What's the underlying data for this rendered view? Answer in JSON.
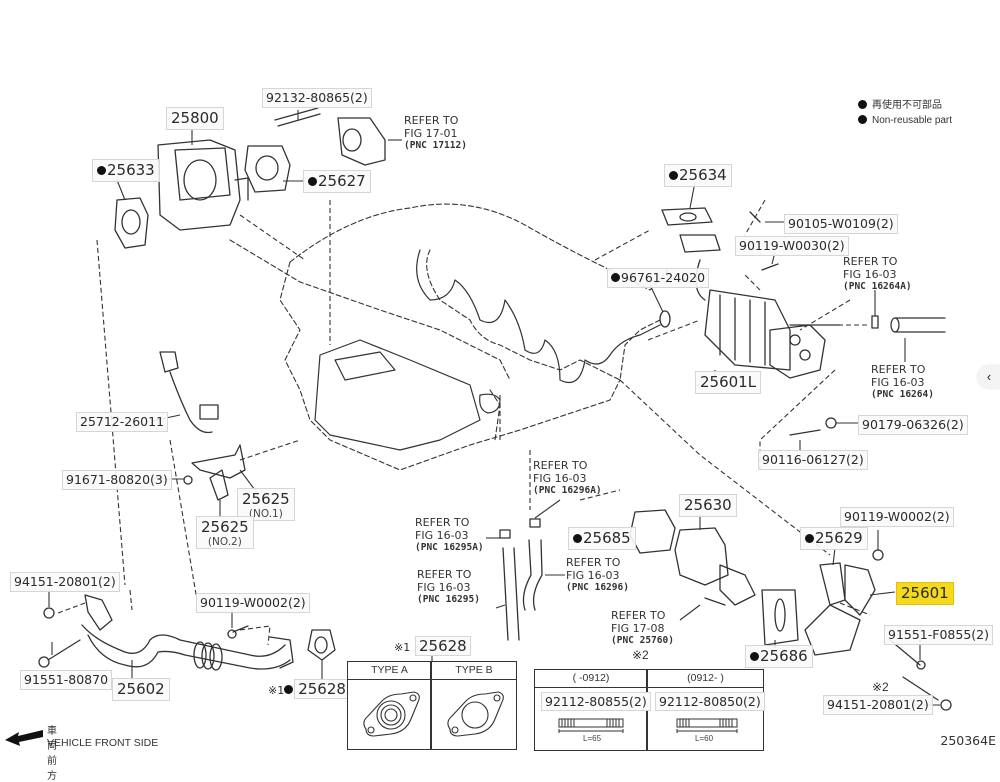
{
  "legend": {
    "items": [
      {
        "icon": "filled-circle",
        "label": "再使用不可部品"
      },
      {
        "icon": "filled-circle",
        "label": "Non-reusable part"
      }
    ]
  },
  "parts": {
    "p25800": {
      "number": "25800"
    },
    "p92132": {
      "number": "92132-80865(2)"
    },
    "p25633": {
      "number": "25633",
      "non_reusable": true
    },
    "p25627": {
      "number": "25627",
      "non_reusable": true
    },
    "p25634": {
      "number": "25634",
      "non_reusable": true
    },
    "p90105": {
      "number": "90105-W0109(2)"
    },
    "p90119a": {
      "number": "90119-W0030(2)"
    },
    "p96761": {
      "number": "96761-24020",
      "non_reusable": true
    },
    "p25601L": {
      "number": "25601L"
    },
    "p90179": {
      "number": "90179-06326(2)"
    },
    "p90116": {
      "number": "90116-06127(2)"
    },
    "p25712": {
      "number": "25712-26011"
    },
    "p91671": {
      "number": "91671-80820(3)"
    },
    "p25625a": {
      "number": "25625",
      "sub": "(NO.1)"
    },
    "p25625b": {
      "number": "25625",
      "sub": "(NO.2)"
    },
    "p25685": {
      "number": "25685",
      "non_reusable": true
    },
    "p25630": {
      "number": "25630"
    },
    "p90119b": {
      "number": "90119-W0002(2)"
    },
    "p25629": {
      "number": "25629",
      "non_reusable": true
    },
    "p25601": {
      "number": "25601",
      "highlighted": true
    },
    "p91551f": {
      "number": "91551-F0855(2)"
    },
    "p94151b": {
      "number": "94151-20801(2)"
    },
    "p25686": {
      "number": "25686",
      "non_reusable": true
    },
    "p94151a": {
      "number": "94151-20801(2)"
    },
    "p91551": {
      "number": "91551-80870"
    },
    "p25602": {
      "number": "25602"
    },
    "p90119c": {
      "number": "90119-W0002(2)"
    },
    "p25628": {
      "number": "25628",
      "non_reusable": true,
      "prefix": "※1"
    },
    "p25628t": {
      "number": "25628",
      "prefix": "※1"
    }
  },
  "refs": {
    "r17112": {
      "line1": "REFER TO",
      "line2": "FIG 17-01",
      "pnc": "(PNC 17112)"
    },
    "r16264A": {
      "line1": "REFER TO",
      "line2": "FIG 16-03",
      "pnc": "(PNC 16264A)"
    },
    "r16264": {
      "line1": "REFER TO",
      "line2": "FIG 16-03",
      "pnc": "(PNC 16264)"
    },
    "r16296A": {
      "line1": "REFER TO",
      "line2": "FIG 16-03",
      "pnc": "(PNC 16296A)"
    },
    "r16295A": {
      "line1": "REFER TO",
      "line2": "FIG 16-03",
      "pnc": "(PNC 16295A)"
    },
    "r16295": {
      "line1": "REFER TO",
      "line2": "FIG 16-03",
      "pnc": "(PNC 16295)"
    },
    "r16296": {
      "line1": "REFER TO",
      "line2": "FIG 16-03",
      "pnc": "(PNC 16296)"
    },
    "r25760": {
      "line1": "REFER TO",
      "line2": "FIG 17-08",
      "pnc": "(PNC 25760)"
    }
  },
  "notes": {
    "mark2_a": "※2",
    "mark2_b": "※2"
  },
  "type_table": {
    "headers": [
      "TYPE A",
      "TYPE B"
    ]
  },
  "stud_table": {
    "columns": [
      {
        "range": "(     -0912)",
        "part": "92112-80855(2)",
        "length": "L=65"
      },
      {
        "range": "(0912-     )",
        "part": "92112-80850(2)",
        "length": "L=60"
      }
    ]
  },
  "front": {
    "jp": "車両前方",
    "en": "VEHICLE FRONT SIDE"
  },
  "figure_code": "250364E",
  "scroll_button": "‹",
  "colors": {
    "highlight": "#f5d91f",
    "line": "#333333"
  }
}
